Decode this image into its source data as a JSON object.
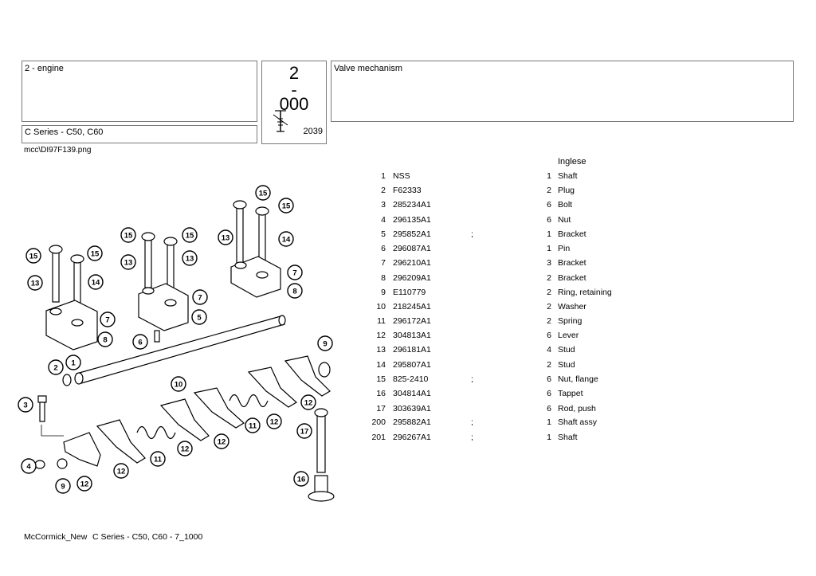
{
  "header": {
    "section": "2 - engine",
    "series": "C Series - C50, C60",
    "group_code_main": "2",
    "group_code_dash": "-",
    "group_code_clipped": "000",
    "page_number": "2039",
    "title": "Valve mechanism"
  },
  "image_filename": "mcc\\DI97F139.png",
  "language_header": "Inglese",
  "parts": [
    {
      "idx": "1",
      "code": "NSS",
      "note": "",
      "qty": "1",
      "desc": "Shaft"
    },
    {
      "idx": "2",
      "code": "F62333",
      "note": "",
      "qty": "2",
      "desc": "Plug"
    },
    {
      "idx": "3",
      "code": "285234A1",
      "note": "",
      "qty": "6",
      "desc": "Bolt"
    },
    {
      "idx": "4",
      "code": "296135A1",
      "note": "",
      "qty": "6",
      "desc": "Nut"
    },
    {
      "idx": "5",
      "code": "295852A1",
      "note": ";",
      "qty": "1",
      "desc": "Bracket"
    },
    {
      "idx": "6",
      "code": "296087A1",
      "note": "",
      "qty": "1",
      "desc": "Pin"
    },
    {
      "idx": "7",
      "code": "296210A1",
      "note": "",
      "qty": "3",
      "desc": "Bracket"
    },
    {
      "idx": "8",
      "code": "296209A1",
      "note": "",
      "qty": "2",
      "desc": "Bracket"
    },
    {
      "idx": "9",
      "code": "E110779",
      "note": "",
      "qty": "2",
      "desc": "Ring, retaining"
    },
    {
      "idx": "10",
      "code": "218245A1",
      "note": "",
      "qty": "2",
      "desc": "Washer"
    },
    {
      "idx": "11",
      "code": "296172A1",
      "note": "",
      "qty": "2",
      "desc": "Spring"
    },
    {
      "idx": "12",
      "code": "304813A1",
      "note": "",
      "qty": "6",
      "desc": "Lever"
    },
    {
      "idx": "13",
      "code": "296181A1",
      "note": "",
      "qty": "4",
      "desc": "Stud"
    },
    {
      "idx": "14",
      "code": "295807A1",
      "note": "",
      "qty": "2",
      "desc": "Stud"
    },
    {
      "idx": "15",
      "code": "825-2410",
      "note": ";",
      "qty": "6",
      "desc": "Nut, flange"
    },
    {
      "idx": "16",
      "code": "304814A1",
      "note": "",
      "qty": "6",
      "desc": "Tappet"
    },
    {
      "idx": "17",
      "code": "303639A1",
      "note": "",
      "qty": "6",
      "desc": "Rod, push"
    },
    {
      "idx": "200",
      "code": "295882A1",
      "note": ";",
      "qty": "1",
      "desc": "Shaft assy"
    },
    {
      "idx": "201",
      "code": "296267A1",
      "note": ";",
      "qty": "1",
      "desc": "Shaft"
    }
  ],
  "diagram_callouts": [
    "1",
    "2",
    "3",
    "4",
    "5",
    "6",
    "7",
    "8",
    "9",
    "10",
    "11",
    "12",
    "13",
    "14",
    "15",
    "16",
    "17"
  ],
  "footer": {
    "brand": "McCormick_New",
    "model": "C Series - C50, C60 - 7_1000"
  }
}
